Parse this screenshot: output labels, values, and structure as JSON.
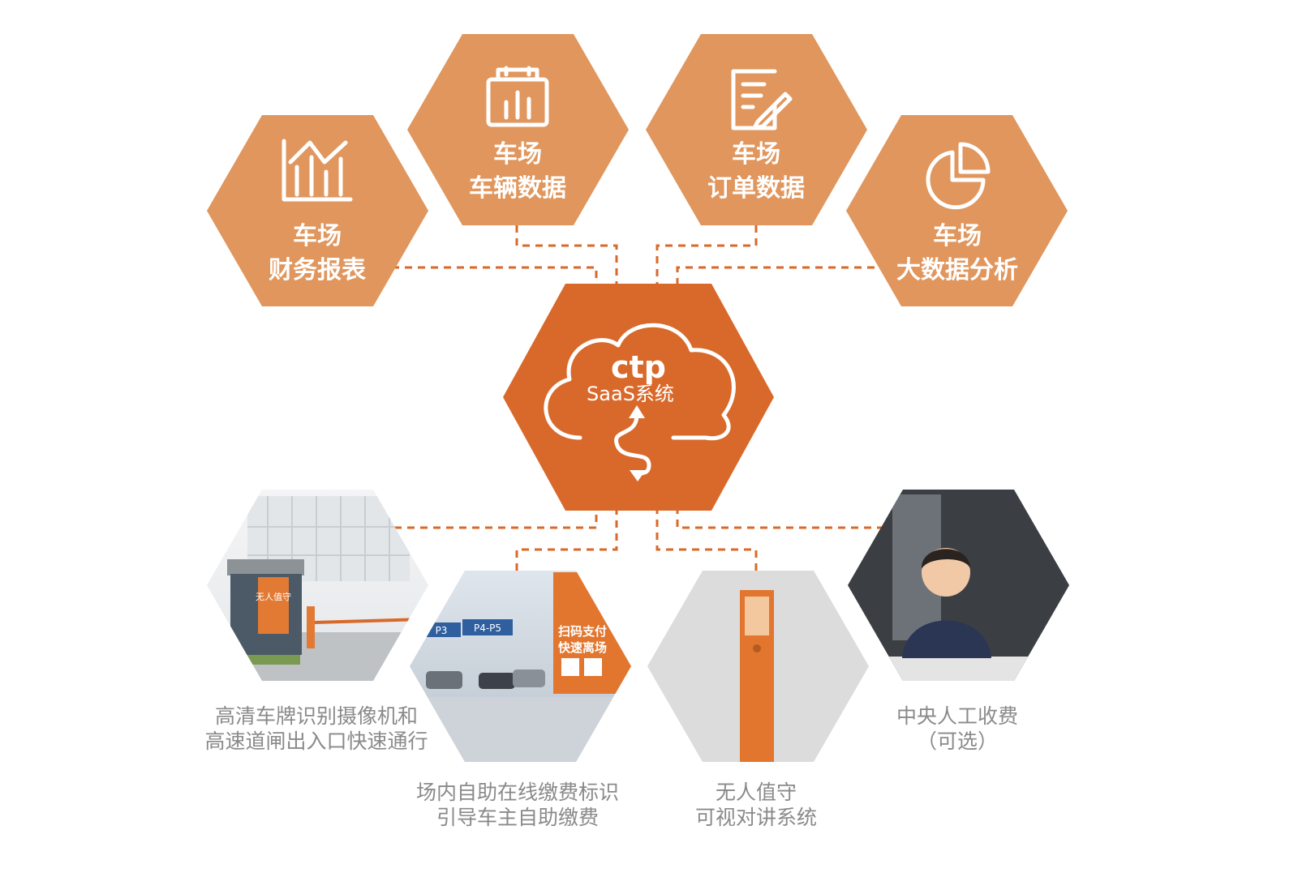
{
  "colors": {
    "hex_fill": "#e0965d",
    "center_fill": "#d9692a",
    "connector": "#d9692a",
    "caption_text": "#8a8a8a",
    "photo_placeholder": "#dcdcdc"
  },
  "top_modules": [
    {
      "id": "finance",
      "icon": "bar-chart-icon",
      "line1": "车场",
      "line2": "财务报表"
    },
    {
      "id": "vehicle",
      "icon": "calendar-chart-icon",
      "line1": "车场",
      "line2": "车辆数据"
    },
    {
      "id": "order",
      "icon": "document-edit-icon",
      "line1": "车场",
      "line2": "订单数据"
    },
    {
      "id": "bigdata",
      "icon": "pie-chart-icon",
      "line1": "车场",
      "line2": "大数据分析"
    }
  ],
  "center": {
    "logo": "ctp",
    "label": "SaaS系统",
    "icon": "cloud-sync-icon"
  },
  "bottom_modules": [
    {
      "id": "camera",
      "image": "parking-booth-photo",
      "booth_text": "无人值守",
      "caption1": "高清车牌识别摄像机和",
      "caption2": "高速道闸出入口快速通行"
    },
    {
      "id": "signage",
      "image": "garage-signage-photo",
      "sign1": "扫码支付",
      "sign2": "快速离场",
      "lane1": "P3",
      "lane2": "P4-P5",
      "caption1": "场内自助在线缴费标识",
      "caption2": "引导车主自助缴费"
    },
    {
      "id": "kiosk",
      "image": "intercom-kiosk-photo",
      "caption1": "无人值守",
      "caption2": "可视对讲系统"
    },
    {
      "id": "manual",
      "image": "cashier-photo",
      "caption1": "中央人工收费",
      "caption2": "（可选）"
    }
  ]
}
